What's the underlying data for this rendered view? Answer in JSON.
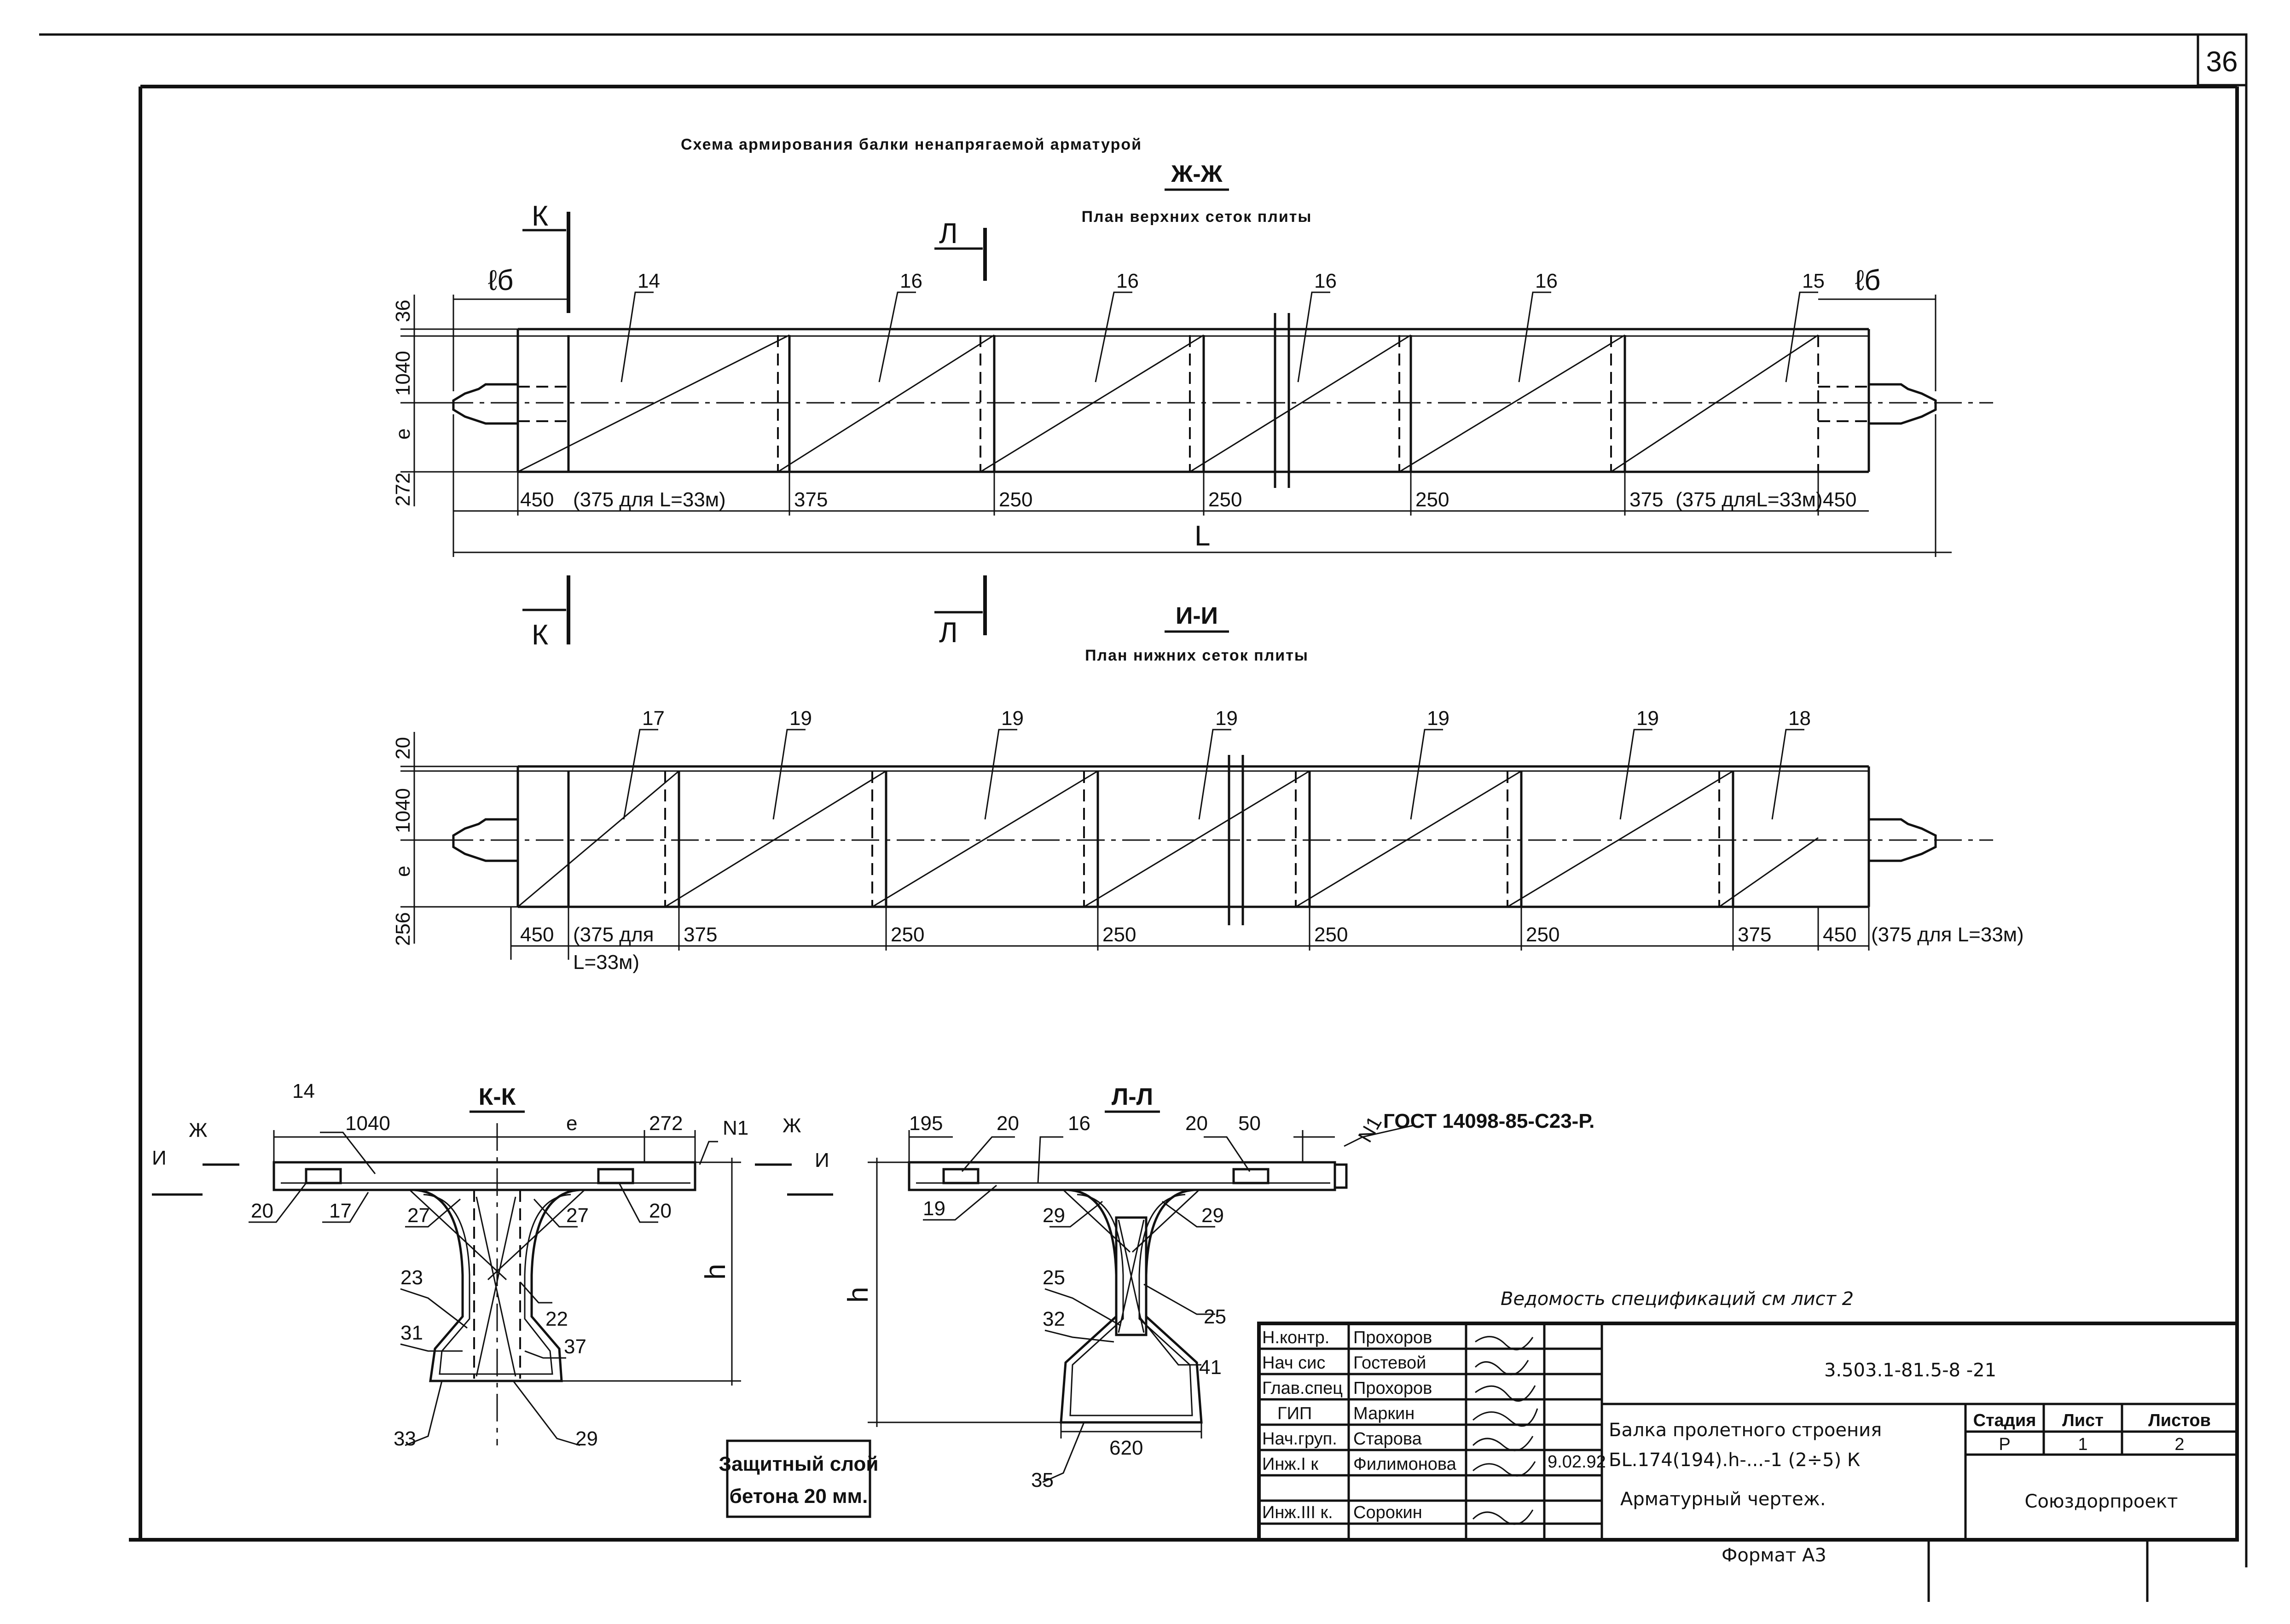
{
  "sheet": {
    "sheet_number": "36",
    "main_title": "Схема армирования балки ненапрягаемой арматурой",
    "format": "Формат А3",
    "spec_note": "Ведомость спецификаций см лист 2",
    "protective_layer": [
      "Защитный слой",
      "бетона 20 мм."
    ]
  },
  "plan_top": {
    "section_label": "Ж-Ж",
    "subtitle": "План верхних сеток плиты",
    "cut_k": "К",
    "cut_l": "Л",
    "lb": "ℓб",
    "mesh_labels": [
      "14",
      "16",
      "16",
      "16",
      "16",
      "15"
    ],
    "dim_left": [
      "36",
      "1040",
      "e",
      "272"
    ],
    "dims_bottom": [
      "450",
      "(375 для L=33м)",
      "375",
      "250",
      "250",
      "250",
      "375",
      "(375 дляL=33м)",
      "450"
    ],
    "overall": "L"
  },
  "plan_bottom": {
    "section_label": "И-И",
    "subtitle": "План нижних сеток плиты",
    "mesh_labels": [
      "17",
      "19",
      "19",
      "19",
      "19",
      "19",
      "18"
    ],
    "dim_left": [
      "20",
      "1040",
      "e",
      "256"
    ],
    "dims_bottom": [
      "450",
      "(375 для",
      "L=33м)",
      "375",
      "250",
      "250",
      "250",
      "250",
      "375",
      "450",
      "(375 для L=33м)"
    ]
  },
  "section_kk": {
    "title": "К-К",
    "dims": [
      "1040",
      "e",
      "272",
      "h"
    ],
    "marks": [
      "Ж",
      "И",
      "N1",
      "Ж",
      "И"
    ],
    "labels": [
      "14",
      "17",
      "20",
      "20",
      "27",
      "27",
      "23",
      "22",
      "31",
      "37",
      "33",
      "29"
    ]
  },
  "section_ll": {
    "title": "Л-Л",
    "dims": [
      "195",
      "20",
      "16",
      "20",
      "50",
      "h",
      "620"
    ],
    "gost": "ГОСТ 14098-85-С23-Р.",
    "marks": [
      "N1"
    ],
    "labels": [
      "19",
      "29",
      "29",
      "25",
      "25",
      "32",
      "41",
      "35"
    ]
  },
  "title_block": {
    "designation": "3.503.1-81.5-8 -21",
    "description": [
      "Балка пролетного строения",
      "БL.174(194).h-...-1 (2÷5) К",
      "Арматурный чертеж."
    ],
    "org": "Союздорпроект",
    "stage_headers": [
      "Стадия",
      "Лист",
      "Листов"
    ],
    "stage_values": [
      "Р",
      "1",
      "2"
    ],
    "date": "9.02.92",
    "rows": [
      {
        "role": "Н.контр.",
        "name": "Прохоров"
      },
      {
        "role": "Нач сис",
        "name": "Гостевой"
      },
      {
        "role": "Глав.спец",
        "name": "Прохоров"
      },
      {
        "role": "ГИП",
        "name": "Маркин"
      },
      {
        "role": "Нач.груп.",
        "name": "Старова"
      },
      {
        "role": "Инж.I к",
        "name": "Филимонова"
      },
      {
        "role": "Инж.III к.",
        "name": "Сорокин"
      }
    ]
  }
}
